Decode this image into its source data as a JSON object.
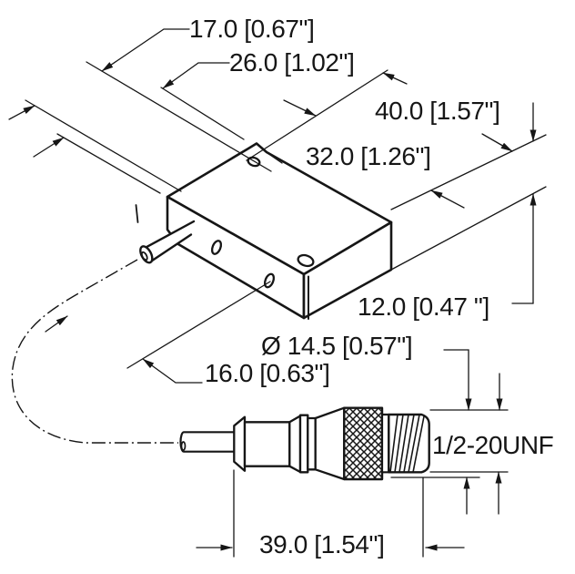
{
  "drawing": {
    "type": "technical-dimension-drawing",
    "subject": "block-style sensor with cable and quick-disconnect threaded connector",
    "background_color": "#ffffff",
    "line_color": "#161616",
    "dimensions": {
      "dim_17": "17.0 [0.67\"]",
      "dim_26": "26.0 [1.02\"]",
      "dim_40": "40.0 [1.57\"]",
      "dim_32": "32.0 [1.26\"]",
      "dim_12": "12.0 [0.47 \"]",
      "dim_dia": "Ø 14.5 [0.57\"]",
      "dim_16": "16.0 [0.63\"]",
      "thread": "1/2-20UNF",
      "dim_39": "39.0 [1.54\"]"
    }
  }
}
